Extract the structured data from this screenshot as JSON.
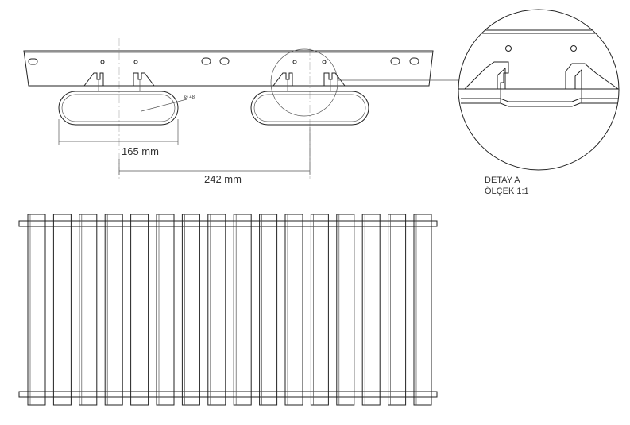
{
  "dimensions": {
    "width_165": "165 mm",
    "width_242": "242  mm",
    "diameter": "Ø 48"
  },
  "detail": {
    "title": "DETAY A",
    "scale": "ÖLÇEK 1:1"
  },
  "colors": {
    "line": "#222222",
    "background": "#ffffff"
  }
}
